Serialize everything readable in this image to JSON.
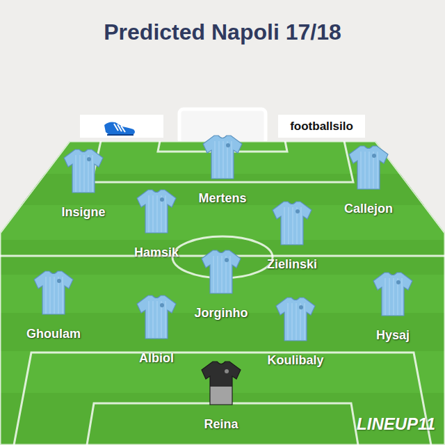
{
  "diagram": {
    "title": "Predicted Napoli 17/18",
    "nodes": [
      {
        "text": [
          "Insigne"
        ]
      },
      {
        "text": [
          "Mertens"
        ]
      },
      {
        "text": [
          "Callejon"
        ]
      },
      {
        "text": [
          "Hamsik"
        ]
      },
      {
        "text": [
          "Zielinski"
        ]
      },
      {
        "text": [
          "Jorginho"
        ]
      },
      {
        "text": [
          "Ghoulam"
        ]
      },
      {
        "text": [
          "Albiol"
        ]
      },
      {
        "text": [
          "Koulibaly"
        ]
      },
      {
        "text": [
          "Hysaj"
        ]
      },
      {
        "text": [
          "Reina"
        ]
      }
    ],
    "labels": [
      "footballsilo",
      "LINEUP11"
    ]
  }
}
